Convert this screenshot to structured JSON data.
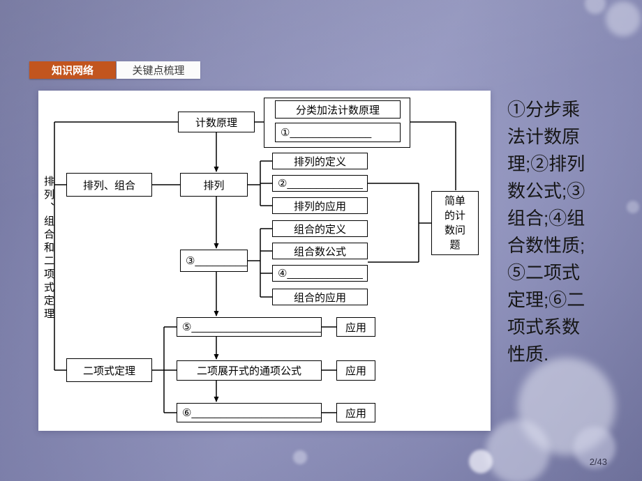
{
  "tabs": {
    "knowledge_network": "知识网络",
    "key_points": "关键点梳理"
  },
  "diagram": {
    "vertical_label": "排列、组合和二项式定理",
    "boxes": {
      "counting_principle": "计数原理",
      "classification_addition": "分类加法计数原理",
      "blank1": "①______________",
      "permutation_combination": "排列、组合",
      "permutation": "排列",
      "perm_definition": "排列的定义",
      "blank2": "②_____________",
      "perm_application": "排列的应用",
      "blank3": "③_________",
      "comb_definition": "组合的定义",
      "comb_formula": "组合数公式",
      "blank4": "④_____________",
      "comb_application": "组合的应用",
      "simple_counting": "简单的计数问题",
      "binomial_theorem": "二项式定理",
      "blank5": "⑤________________________",
      "general_term_formula": "二项展开式的通项公式",
      "blank6": "⑥________________________",
      "application": "应用"
    }
  },
  "side_note": "①分步乘法计数原理;②排列数公式;③组合;④组合数性质;⑤二项式定理;⑥二项式系数性质.",
  "footer": {
    "page_number": "2/43"
  }
}
